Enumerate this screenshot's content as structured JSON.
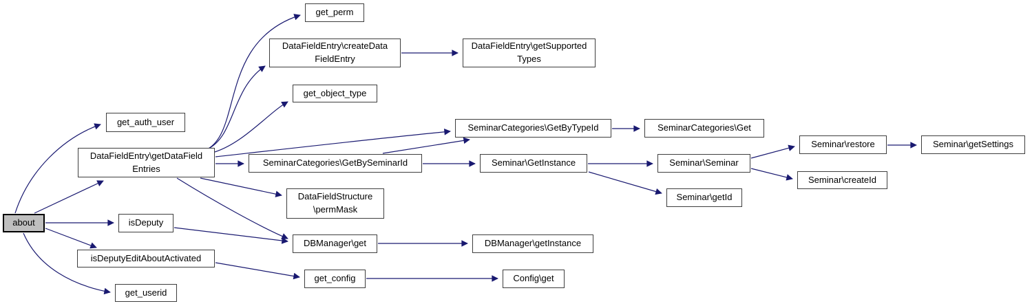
{
  "diagram": {
    "type": "call-graph",
    "root": "about",
    "colors": {
      "edge": "#191970",
      "node_border": "#3d3d3d",
      "node_fill": "#ffffff",
      "root_fill": "#bfbfbf",
      "text": "#000000"
    },
    "nodes": [
      {
        "id": "about",
        "label": "about"
      },
      {
        "id": "get-auth-user",
        "label": "get_auth_user"
      },
      {
        "id": "get-data-field-entries",
        "label": "DataFieldEntry\\getDataField Entries"
      },
      {
        "id": "is-deputy",
        "label": "isDeputy"
      },
      {
        "id": "is-deputy-edit-about-activated",
        "label": "isDeputyEditAboutActivated"
      },
      {
        "id": "get-userid",
        "label": "get_userid"
      },
      {
        "id": "get-perm",
        "label": "get_perm"
      },
      {
        "id": "create-data-field-entry",
        "label": "DataFieldEntry\\createData FieldEntry"
      },
      {
        "id": "get-supported-types",
        "label": "DataFieldEntry\\getSupported Types"
      },
      {
        "id": "get-object-type",
        "label": "get_object_type"
      },
      {
        "id": "get-by-type-id",
        "label": "SeminarCategories\\GetByTypeId"
      },
      {
        "id": "seminar-categories-get",
        "label": "SeminarCategories\\Get"
      },
      {
        "id": "get-by-seminar-id",
        "label": "SeminarCategories\\GetBySeminarId"
      },
      {
        "id": "seminar-get-instance",
        "label": "Seminar\\GetInstance"
      },
      {
        "id": "seminar-seminar",
        "label": "Seminar\\Seminar"
      },
      {
        "id": "seminar-restore",
        "label": "Seminar\\restore"
      },
      {
        "id": "seminar-get-settings",
        "label": "Seminar\\getSettings"
      },
      {
        "id": "seminar-create-id",
        "label": "Seminar\\createId"
      },
      {
        "id": "seminar-get-id",
        "label": "Seminar\\getId"
      },
      {
        "id": "perm-mask",
        "label": "DataFieldStructure \\permMask"
      },
      {
        "id": "dbmanager-get",
        "label": "DBManager\\get"
      },
      {
        "id": "dbmanager-get-instance",
        "label": "DBManager\\getInstance"
      },
      {
        "id": "get-config",
        "label": "get_config"
      },
      {
        "id": "config-get",
        "label": "Config\\get"
      }
    ],
    "edges": [
      {
        "from": "about",
        "to": "get_auth_user"
      },
      {
        "from": "about",
        "to": "DataFieldEntry\\getDataFieldEntries"
      },
      {
        "from": "about",
        "to": "isDeputy"
      },
      {
        "from": "about",
        "to": "isDeputyEditAboutActivated"
      },
      {
        "from": "about",
        "to": "get_userid"
      },
      {
        "from": "isDeputy",
        "to": "DBManager\\get"
      },
      {
        "from": "isDeputyEditAboutActivated",
        "to": "get_config"
      },
      {
        "from": "DataFieldEntry\\getDataFieldEntries",
        "to": "get_perm"
      },
      {
        "from": "DataFieldEntry\\getDataFieldEntries",
        "to": "DataFieldEntry\\createDataFieldEntry"
      },
      {
        "from": "DataFieldEntry\\getDataFieldEntries",
        "to": "get_object_type"
      },
      {
        "from": "DataFieldEntry\\getDataFieldEntries",
        "to": "SeminarCategories\\GetByTypeId"
      },
      {
        "from": "DataFieldEntry\\getDataFieldEntries",
        "to": "SeminarCategories\\GetBySeminarId"
      },
      {
        "from": "DataFieldEntry\\getDataFieldEntries",
        "to": "DataFieldStructure\\permMask"
      },
      {
        "from": "DataFieldEntry\\getDataFieldEntries",
        "to": "DBManager\\get"
      },
      {
        "from": "DataFieldEntry\\createDataFieldEntry",
        "to": "DataFieldEntry\\getSupportedTypes"
      },
      {
        "from": "SeminarCategories\\GetBySeminarId",
        "to": "SeminarCategories\\GetByTypeId"
      },
      {
        "from": "SeminarCategories\\GetBySeminarId",
        "to": "Seminar\\GetInstance"
      },
      {
        "from": "SeminarCategories\\GetByTypeId",
        "to": "SeminarCategories\\Get"
      },
      {
        "from": "Seminar\\GetInstance",
        "to": "Seminar\\Seminar"
      },
      {
        "from": "Seminar\\GetInstance",
        "to": "Seminar\\getId"
      },
      {
        "from": "Seminar\\Seminar",
        "to": "Seminar\\restore"
      },
      {
        "from": "Seminar\\Seminar",
        "to": "Seminar\\createId"
      },
      {
        "from": "Seminar\\restore",
        "to": "Seminar\\getSettings"
      },
      {
        "from": "DBManager\\get",
        "to": "DBManager\\getInstance"
      },
      {
        "from": "get_config",
        "to": "Config\\get"
      }
    ]
  }
}
